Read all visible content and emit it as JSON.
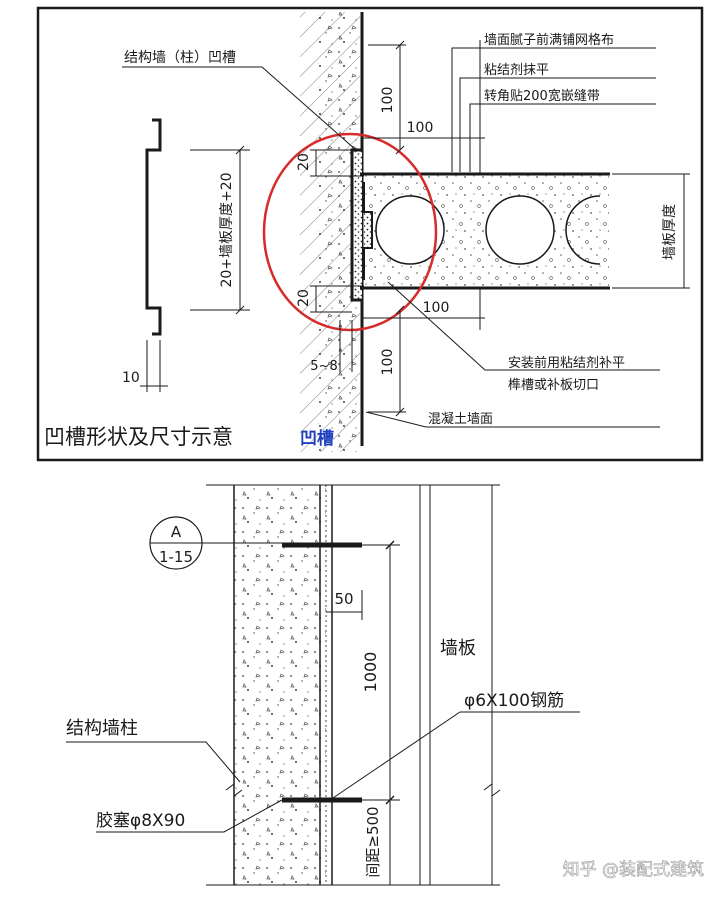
{
  "colors": {
    "line": "#1a1a1a",
    "highlight_circle": "#d62b2b",
    "label_blue": "#1f3fbf",
    "watermark": "#ffffff"
  },
  "top": {
    "caption": "凹槽形状及尺寸示意",
    "groove_label": "凹槽",
    "callouts": {
      "groove": "结构墙（柱）凹槽",
      "mesh": "墙面腻子前满铺网格布",
      "adhesive": "粘结剂抹平",
      "tape": "转角贴200宽嵌缝带",
      "repair_line1": "安装前用粘结剂补平",
      "repair_line2": "榫槽或补板切口",
      "concrete": "混凝土墙面"
    },
    "dims": {
      "d100_top": "100",
      "d100_h_top": "100",
      "d20_top": "20",
      "d20_bottom": "20",
      "d100_h_bottom": "100",
      "d100_bottom": "100",
      "d5_8": "5~8",
      "d10": "10",
      "groove_height": "20+墙板厚度+20",
      "panel_thickness": "墙板厚度"
    }
  },
  "bottom": {
    "detail_letter": "A",
    "detail_ref": "1-15",
    "wall_panel": "墙板",
    "structure": "结构墙柱",
    "rebar": "φ6X100钢筋",
    "plug": "胶塞φ8X90",
    "dim_50": "50",
    "dim_1000": "1000",
    "dim_500": "间距≥500"
  },
  "watermark": "知乎 @装配式建筑"
}
